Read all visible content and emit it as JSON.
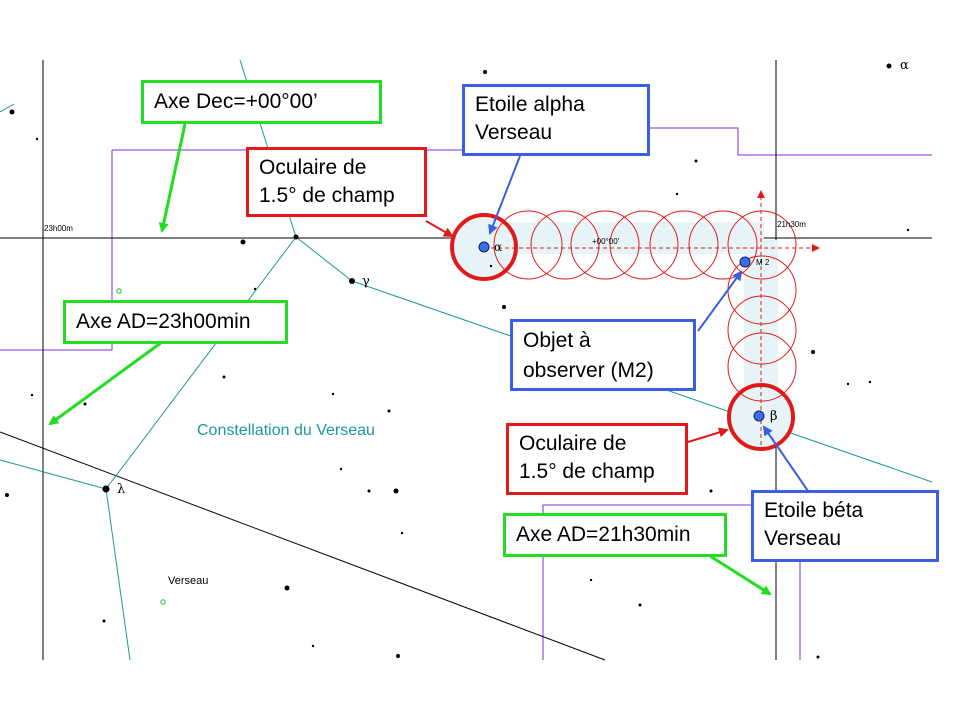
{
  "chart_labels": {
    "ra_2300": "23h00m",
    "ra_2130": "21h30m",
    "dec_00": "+00°00'",
    "constellation_name": "Constellation du Verseau",
    "constellation_tag": "Verseau",
    "m2_tag": "M 2",
    "alpha_symbol": "α",
    "alpha_symbol_corner": "α",
    "gamma_symbol": "γ",
    "lambda_symbol": "λ",
    "beta_symbol": "β"
  },
  "callouts": {
    "axe_dec": "Axe Dec=+00°00’",
    "oculaire_top_line1": "Oculaire de",
    "oculaire_top_line2": "1.5° de champ",
    "etoile_alpha_line1": "Etoile alpha",
    "etoile_alpha_line2": "Verseau",
    "axe_ad_2300": "Axe AD=23h00min",
    "objet_line1": "Objet à",
    "objet_line2": "observer (M2)",
    "oculaire_bottom_line1": "Oculaire de",
    "oculaire_bottom_line2": "1.5° de champ",
    "etoile_beta_line1": "Etoile béta",
    "etoile_beta_line2": "Verseau",
    "axe_ad_2130": "Axe AD=21h30min"
  },
  "colors": {
    "green": "#22dd22",
    "red": "#e01a1a",
    "blue": "#3a5fe0",
    "purple": "#8a2be2",
    "teal": "#1a9aa0",
    "star": "#000000"
  }
}
